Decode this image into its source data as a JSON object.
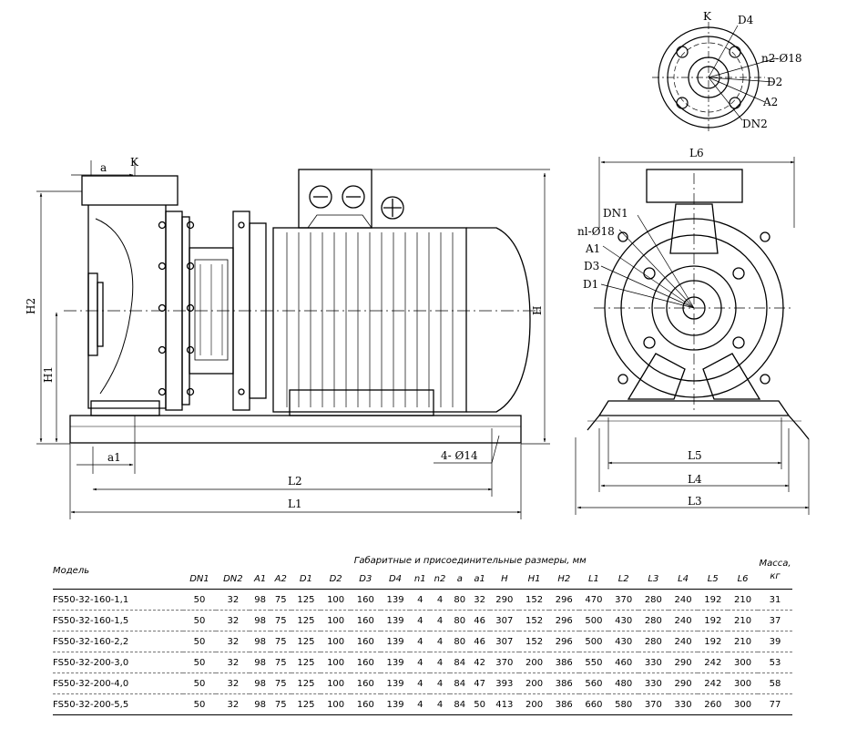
{
  "labels": {
    "K_top": "K",
    "D4": "D4",
    "n2": "n2-Ø18",
    "D2": "D2",
    "A2": "A2",
    "DN2": "DN2",
    "a": "a",
    "K_side": "K",
    "H2": "H2",
    "H1": "H1",
    "H": "H",
    "a1": "a1",
    "bolts": "4- Ø14",
    "L2": "L2",
    "L1": "L1",
    "L6": "L6",
    "DN1": "DN1",
    "n1": "nl-Ø18",
    "A1": "A1",
    "D3": "D3",
    "D1": "D1",
    "L5": "L5",
    "L4": "L4",
    "L3": "L3"
  },
  "table": {
    "model_header": "Модель",
    "group_header": "Габаритные и присоединительные размеры, мм",
    "mass_header": "Масса, кг",
    "columns": [
      "DN1",
      "DN2",
      "A1",
      "A2",
      "D1",
      "D2",
      "D3",
      "D4",
      "n1",
      "n2",
      "a",
      "a1",
      "H",
      "H1",
      "H2",
      "L1",
      "L2",
      "L3",
      "L4",
      "L5",
      "L6"
    ],
    "rows": [
      {
        "model": "FS50-32-160-1,1",
        "values": [
          "50",
          "32",
          "98",
          "75",
          "125",
          "100",
          "160",
          "139",
          "4",
          "4",
          "80",
          "32",
          "290",
          "152",
          "296",
          "470",
          "370",
          "280",
          "240",
          "192",
          "210"
        ],
        "mass": "31"
      },
      {
        "model": "FS50-32-160-1,5",
        "values": [
          "50",
          "32",
          "98",
          "75",
          "125",
          "100",
          "160",
          "139",
          "4",
          "4",
          "80",
          "46",
          "307",
          "152",
          "296",
          "500",
          "430",
          "280",
          "240",
          "192",
          "210"
        ],
        "mass": "37"
      },
      {
        "model": "FS50-32-160-2,2",
        "values": [
          "50",
          "32",
          "98",
          "75",
          "125",
          "100",
          "160",
          "139",
          "4",
          "4",
          "80",
          "46",
          "307",
          "152",
          "296",
          "500",
          "430",
          "280",
          "240",
          "192",
          "210"
        ],
        "mass": "39"
      },
      {
        "model": "FS50-32-200-3,0",
        "values": [
          "50",
          "32",
          "98",
          "75",
          "125",
          "100",
          "160",
          "139",
          "4",
          "4",
          "84",
          "42",
          "370",
          "200",
          "386",
          "550",
          "460",
          "330",
          "290",
          "242",
          "300"
        ],
        "mass": "53"
      },
      {
        "model": "FS50-32-200-4,0",
        "values": [
          "50",
          "32",
          "98",
          "75",
          "125",
          "100",
          "160",
          "139",
          "4",
          "4",
          "84",
          "47",
          "393",
          "200",
          "386",
          "560",
          "480",
          "330",
          "290",
          "242",
          "300"
        ],
        "mass": "58"
      },
      {
        "model": "FS50-32-200-5,5",
        "values": [
          "50",
          "32",
          "98",
          "75",
          "125",
          "100",
          "160",
          "139",
          "4",
          "4",
          "84",
          "50",
          "413",
          "200",
          "386",
          "660",
          "580",
          "370",
          "330",
          "260",
          "300"
        ],
        "mass": "77"
      }
    ]
  }
}
